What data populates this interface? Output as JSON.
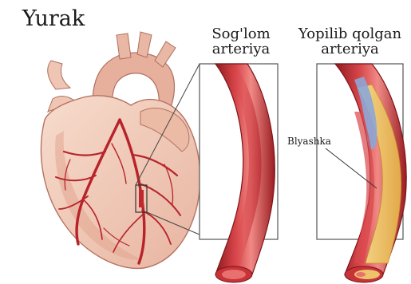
{
  "labels": {
    "heart": "Yurak",
    "healthy_line1": "Sog'lom",
    "healthy_line2": "arteriya",
    "blocked_line1": "Yopilib qolgan",
    "blocked_line2": "arteriya",
    "plaque": "Blyashka"
  },
  "colors": {
    "heart_fill": "#f2c8b6",
    "heart_shade": "#e2a590",
    "vessel_red": "#b8232a",
    "vessel_dark": "#7e1419",
    "vessel_light": "#e2686a",
    "plaque": "#eec36a",
    "clot": "#8ca6d6",
    "frame": "#444444"
  }
}
